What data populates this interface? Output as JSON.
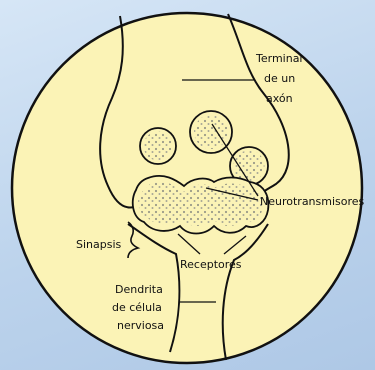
{
  "diagram": {
    "labels": {
      "terminal_line1": "Terminal",
      "terminal_line2": "de un",
      "terminal_line3": "axón",
      "neurotransmisores": "Neurotransmisores",
      "sinapsis": "Sinapsis",
      "receptores": "Receptores",
      "dendrita_line1": "Dendrita",
      "dendrita_line2": "de célula",
      "dendrita_line3": "nerviosa"
    },
    "colors": {
      "background": "#c3d8ef",
      "circle_fill": "#fbf3b6",
      "outline": "#111111"
    }
  }
}
